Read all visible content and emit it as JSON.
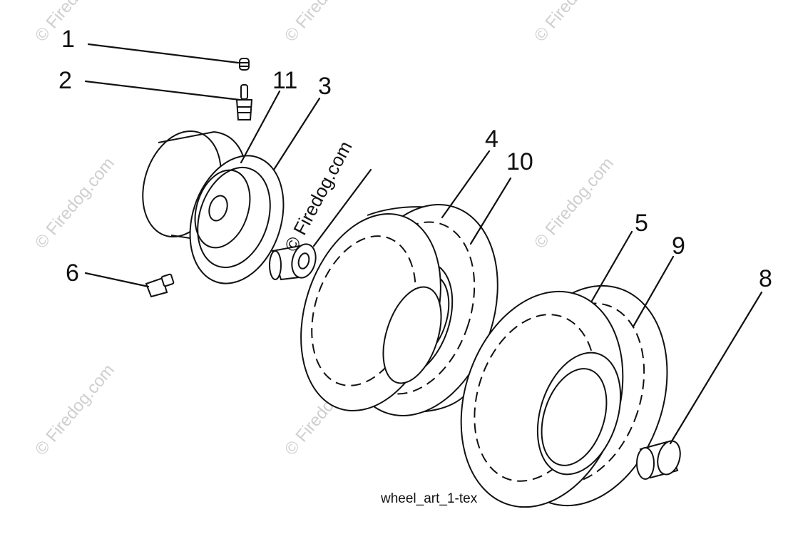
{
  "callouts": [
    "1",
    "2",
    "11",
    "3",
    "4",
    "10",
    "5",
    "9",
    "8",
    "6"
  ],
  "caption": "wheel_art_1-tex",
  "watermark": {
    "symbol": "©",
    "text": "Firedog.com"
  }
}
